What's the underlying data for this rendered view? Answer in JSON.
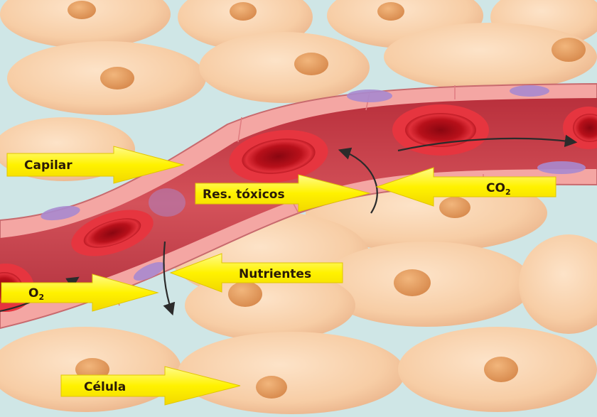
{
  "labels": {
    "capilar": "Capilar",
    "residuos": "Res. tóxicos",
    "co2_main": "CO",
    "co2_sub": "2",
    "nutrientes": "Nutrientes",
    "o2_main": "O",
    "o2_sub": "2",
    "celula": "Célula"
  },
  "colors": {
    "background": "#cfe6e6",
    "cell": "#f6c89e",
    "nucleus": "#e39a58",
    "vessel_wall": "#f4a3a0",
    "blood": "#c8404a",
    "red_cell": "#c0101a",
    "arrow_yellow": "#fff200",
    "endothelial_nucleus": "#a98ad0"
  }
}
